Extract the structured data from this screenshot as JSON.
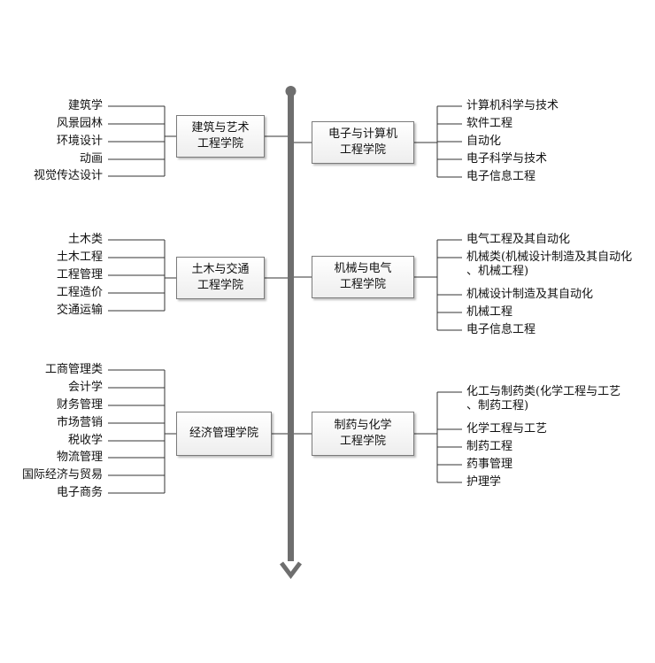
{
  "colleges": {
    "left": [
      {
        "name_line1": "建筑与艺术",
        "name_line2": "工程学院",
        "majors": [
          "建筑学",
          "风景园林",
          "环境设计",
          "动画",
          "视觉传达设计"
        ]
      },
      {
        "name_line1": "土木与交通",
        "name_line2": "工程学院",
        "majors": [
          "土木类",
          "土木工程",
          "工程管理",
          "工程造价",
          "交通运输"
        ]
      },
      {
        "name_line1": "经济管理学院",
        "name_line2": "",
        "majors": [
          "工商管理类",
          "会计学",
          "财务管理",
          "市场营销",
          "税收学",
          "物流管理",
          "国际经济与贸易",
          "电子商务"
        ]
      }
    ],
    "right": [
      {
        "name_line1": "电子与计算机",
        "name_line2": "工程学院",
        "majors": [
          "计算机科学与技术",
          "软件工程",
          "自动化",
          "电子科学与技术",
          "电子信息工程"
        ]
      },
      {
        "name_line1": "机械与电气",
        "name_line2": "工程学院",
        "majors": [
          "电气工程及其自动化",
          "机械类(机械设计制造及其自动化|、机械工程)",
          "机械设计制造及其自动化",
          "机械工程",
          "电子信息工程"
        ]
      },
      {
        "name_line1": "制药与化学",
        "name_line2": "工程学院",
        "majors": [
          "化工与制药类(化学工程与工艺|、制药工程)",
          "化学工程与工艺",
          "制药工程",
          "药事管理",
          "护理学"
        ]
      }
    ]
  },
  "colors": {
    "axis": "#6e6e6e",
    "line": "#333333",
    "box_border": "#7a7a7a"
  }
}
